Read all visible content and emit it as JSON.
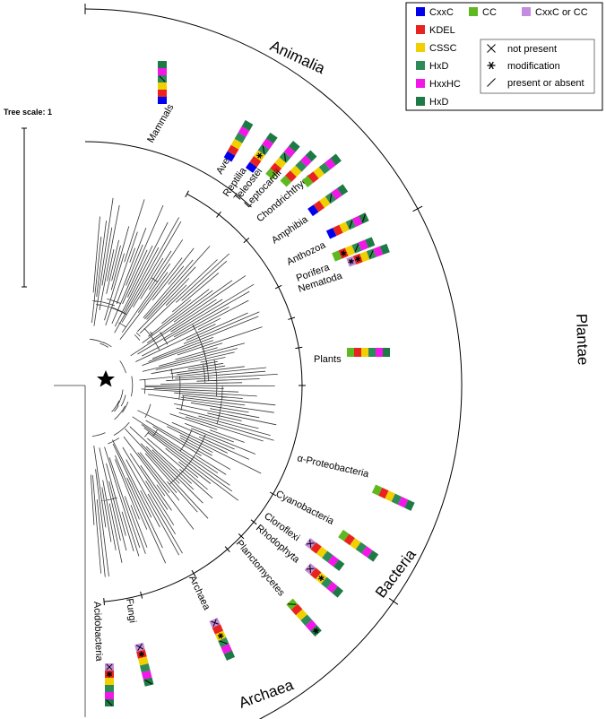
{
  "tree_scale": {
    "label": "Tree scale: 1"
  },
  "kingdoms": [
    {
      "id": "animalia",
      "label": "Animalia"
    },
    {
      "id": "plantae",
      "label": "Plantae"
    },
    {
      "id": "bacteria",
      "label": "Bacteria"
    },
    {
      "id": "archaea",
      "label": "Archaea"
    }
  ],
  "legend": {
    "colors": {
      "CxxC": "#0000ee",
      "CC": "#5fb81f",
      "CxxC or CC": "#c38cdc",
      "KDEL": "#e8231f",
      "CSSC": "#f0d000",
      "HxD": "#2e8b57",
      "HxxHC": "#f216e8",
      "HxD2": "#1e7a45"
    },
    "color_items": [
      {
        "label": "CxxC",
        "color_key": "CxxC"
      },
      {
        "label": "CC",
        "color_key": "CC"
      },
      {
        "label": "CxxC or CC",
        "color_key": "CxxC or CC"
      },
      {
        "label": "KDEL",
        "color_key": "KDEL"
      },
      {
        "label": "CSSC",
        "color_key": "CSSC"
      },
      {
        "label": "HxD",
        "color_key": "HxD"
      },
      {
        "label": "HxxHC",
        "color_key": "HxxHC"
      },
      {
        "label": "HxD",
        "color_key": "HxD2"
      }
    ],
    "symbol_items": [
      {
        "symbol": "cross",
        "label": "not present"
      },
      {
        "symbol": "asterisk",
        "label": "modification"
      },
      {
        "symbol": "slash",
        "label": "present or absent"
      }
    ]
  },
  "clades": [
    {
      "id": "mammals",
      "label": "Mammals",
      "cells": [
        [
          "CxxC"
        ],
        [
          "KDEL"
        ],
        [
          "CSSC"
        ],
        [
          "HxD",
          "slash"
        ],
        [
          "HxxHC"
        ],
        [
          "HxD2"
        ]
      ]
    },
    {
      "id": "aves",
      "label": "Aves",
      "cells": [
        [
          "CxxC"
        ],
        [
          "KDEL"
        ],
        [
          "CSSC"
        ],
        [
          "HxD"
        ],
        [
          "HxxHC"
        ],
        [
          "HxD2"
        ]
      ]
    },
    {
      "id": "reptilia",
      "label": "Reptilia",
      "cells": [
        [
          "CxxC"
        ],
        [
          "KDEL"
        ],
        [
          "CSSC",
          "asterisk"
        ],
        [
          "HxD",
          "slash"
        ],
        [
          "HxxHC"
        ],
        [
          "HxD2"
        ]
      ]
    },
    {
      "id": "teleostei",
      "label": "Teleostei",
      "cells": [
        [
          "CC"
        ],
        [
          "KDEL"
        ],
        [
          "CSSC"
        ],
        [
          "HxD",
          "slash"
        ],
        [
          "HxxHC"
        ],
        [
          "HxD2"
        ]
      ]
    },
    {
      "id": "leptocardii",
      "label": "Leptocardii",
      "cells": [
        [
          "CC"
        ],
        [
          "KDEL"
        ],
        [
          "CSSC"
        ],
        [
          "HxD"
        ],
        [
          "HxxHC"
        ],
        [
          "HxD2"
        ]
      ]
    },
    {
      "id": "chondrichthyes",
      "label": "Chondrichthyes",
      "cells": [
        [
          "CC"
        ],
        [
          "KDEL"
        ],
        [
          "CSSC"
        ],
        [
          "HxD"
        ],
        [
          "HxxHC"
        ],
        [
          "HxD2"
        ]
      ]
    },
    {
      "id": "amphibia",
      "label": "Amphibia",
      "cells": [
        [
          "CxxC"
        ],
        [
          "KDEL"
        ],
        [
          "CSSC"
        ],
        [
          "HxD",
          "slash"
        ],
        [
          "HxxHC"
        ],
        [
          "HxD2"
        ]
      ]
    },
    {
      "id": "anthozoa",
      "label": "Anthozoa",
      "cells": [
        [
          "CxxC"
        ],
        [
          "KDEL"
        ],
        [
          "CSSC"
        ],
        [
          "HxD",
          "slash"
        ],
        [
          "HxxHC"
        ],
        [
          "HxD2",
          "slash"
        ]
      ]
    },
    {
      "id": "porifera",
      "label": "Porifera",
      "cells": [
        [
          "CC"
        ],
        [
          "KDEL",
          "asterisk"
        ],
        [
          "CSSC"
        ],
        [
          "HxD",
          "slash"
        ],
        [
          "HxxHC"
        ],
        [
          "HxD2"
        ]
      ]
    },
    {
      "id": "nematoda",
      "label": "Nematoda",
      "cells": [
        [
          "CxxC or CC",
          "asterisk"
        ],
        [
          "KDEL",
          "asterisk"
        ],
        [
          "CSSC"
        ],
        [
          "HxD",
          "slash"
        ],
        [
          "HxxHC"
        ],
        [
          "HxD2"
        ]
      ]
    },
    {
      "id": "plants",
      "label": "Plants",
      "cells": [
        [
          "CC"
        ],
        [
          "KDEL"
        ],
        [
          "CSSC"
        ],
        [
          "HxD"
        ],
        [
          "HxxHC"
        ],
        [
          "HxD2"
        ]
      ]
    },
    {
      "id": "alpha-proteobacteria",
      "label": "α-Proteobacteria",
      "cells": [
        [
          "CC"
        ],
        [
          "KDEL"
        ],
        [
          "CSSC"
        ],
        [
          "HxD"
        ],
        [
          "HxxHC"
        ],
        [
          "HxD2"
        ]
      ]
    },
    {
      "id": "cyanobacteria",
      "label": "Cyanobacteria",
      "cells": [
        [
          "CC"
        ],
        [
          "KDEL"
        ],
        [
          "CSSC"
        ],
        [
          "HxD"
        ],
        [
          "HxxHC"
        ],
        [
          "HxD2"
        ]
      ]
    },
    {
      "id": "cloroflexi",
      "label": "Cloroflexi",
      "cells": [
        [
          "CxxC or CC",
          "cross"
        ],
        [
          "KDEL"
        ],
        [
          "CSSC"
        ],
        [
          "HxD"
        ],
        [
          "HxxHC"
        ],
        [
          "HxD2"
        ]
      ]
    },
    {
      "id": "rhodophyta",
      "label": "Rhodophyta",
      "cells": [
        [
          "CxxC or CC",
          "cross"
        ],
        [
          "KDEL"
        ],
        [
          "CSSC",
          "asterisk"
        ],
        [
          "HxD"
        ],
        [
          "HxxHC"
        ],
        [
          "HxD2"
        ]
      ]
    },
    {
      "id": "planctomycetes",
      "label": "Planctomycetes",
      "cells": [
        [
          "CC",
          "slash"
        ],
        [
          "KDEL"
        ],
        [
          "CSSC"
        ],
        [
          "HxD"
        ],
        [
          "HxxHC"
        ],
        [
          "HxD2",
          "asterisk"
        ]
      ]
    },
    {
      "id": "archaea-clade",
      "label": "Archaea",
      "cells": [
        [
          "CxxC or CC",
          "cross"
        ],
        [
          "KDEL"
        ],
        [
          "CSSC",
          "asterisk"
        ],
        [
          "HxD",
          "slash"
        ],
        [
          "HxxHC"
        ],
        [
          "HxD2"
        ]
      ]
    },
    {
      "id": "fungi",
      "label": "Fungi",
      "cells": [
        [
          "CxxC or CC",
          "cross"
        ],
        [
          "KDEL",
          "asterisk"
        ],
        [
          "CSSC"
        ],
        [
          "HxD"
        ],
        [
          "HxxHC"
        ],
        [
          "HxD2",
          "slash"
        ]
      ]
    },
    {
      "id": "acidobacteria",
      "label": "Acidobacteria",
      "cells": [
        [
          "CxxC or CC",
          "cross"
        ],
        [
          "KDEL",
          "asterisk"
        ],
        [
          "CSSC"
        ],
        [
          "HxD"
        ],
        [
          "HxxHC"
        ],
        [
          "HxD2",
          "slash"
        ]
      ]
    }
  ]
}
